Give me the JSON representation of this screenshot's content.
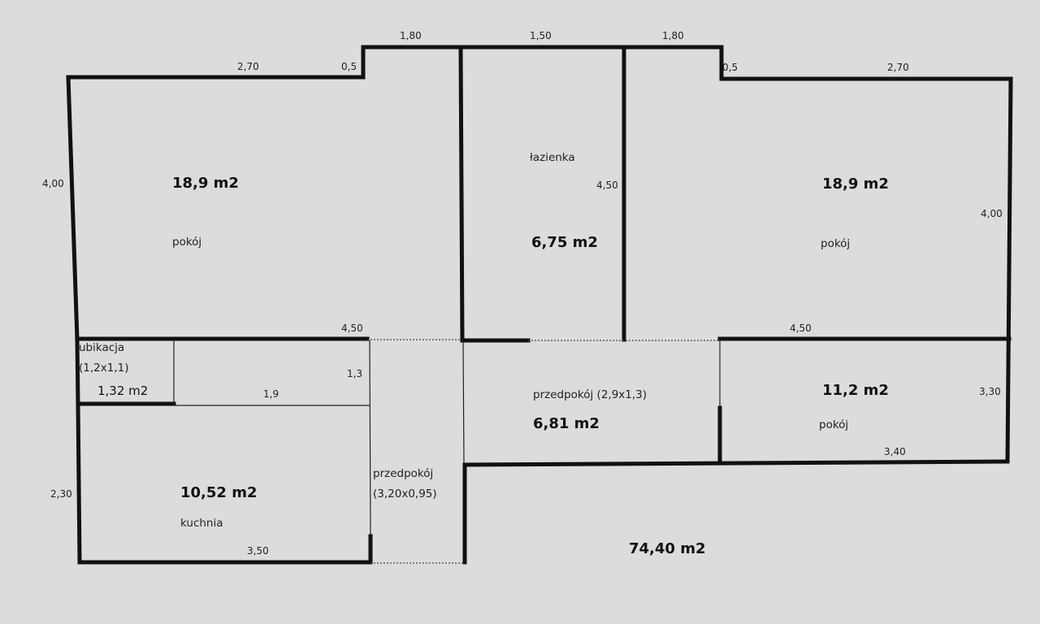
{
  "dimensions": {
    "top_left_2_70": "2,70",
    "top_left_0_5": "0,5",
    "top_1_80_a": "1,80",
    "top_1_50": "1,50",
    "top_1_80_b": "1,80",
    "top_right_0_5": "0,5",
    "top_right_2_70": "2,70",
    "left_4_00": "4,00",
    "bath_4_50": "4,50",
    "right_4_00": "4,00",
    "mid_left_4_50": "4,50",
    "mid_right_4_50": "4,50",
    "toilet_1_3": "1,3",
    "toilet_1_9": "1,9",
    "right_3_30": "3,30",
    "small_room_3_40": "3,40",
    "left_2_30": "2,30",
    "kitchen_3_50": "3,50"
  },
  "rooms": {
    "room_left": {
      "area": "18,9 m2",
      "name": "pokój"
    },
    "bathroom": {
      "name": "łazienka",
      "area": "6,75 m2"
    },
    "room_right": {
      "area": "18,9 m2",
      "name": "pokój"
    },
    "toilet": {
      "name": "ubikacja",
      "size": "(1,2x1,1)",
      "area": "1,32 m2"
    },
    "hall_center": {
      "name": "przedpokój (2,9x1,3)",
      "area": "6,81 m2"
    },
    "room_small": {
      "area": "11,2 m2",
      "name": "pokój"
    },
    "kitchen": {
      "area": "10,52 m2",
      "name": "kuchnia"
    },
    "hall_left": {
      "name": "przedpokój",
      "size": "(3,20x0,95)"
    }
  },
  "total_area": "74,40 m2"
}
